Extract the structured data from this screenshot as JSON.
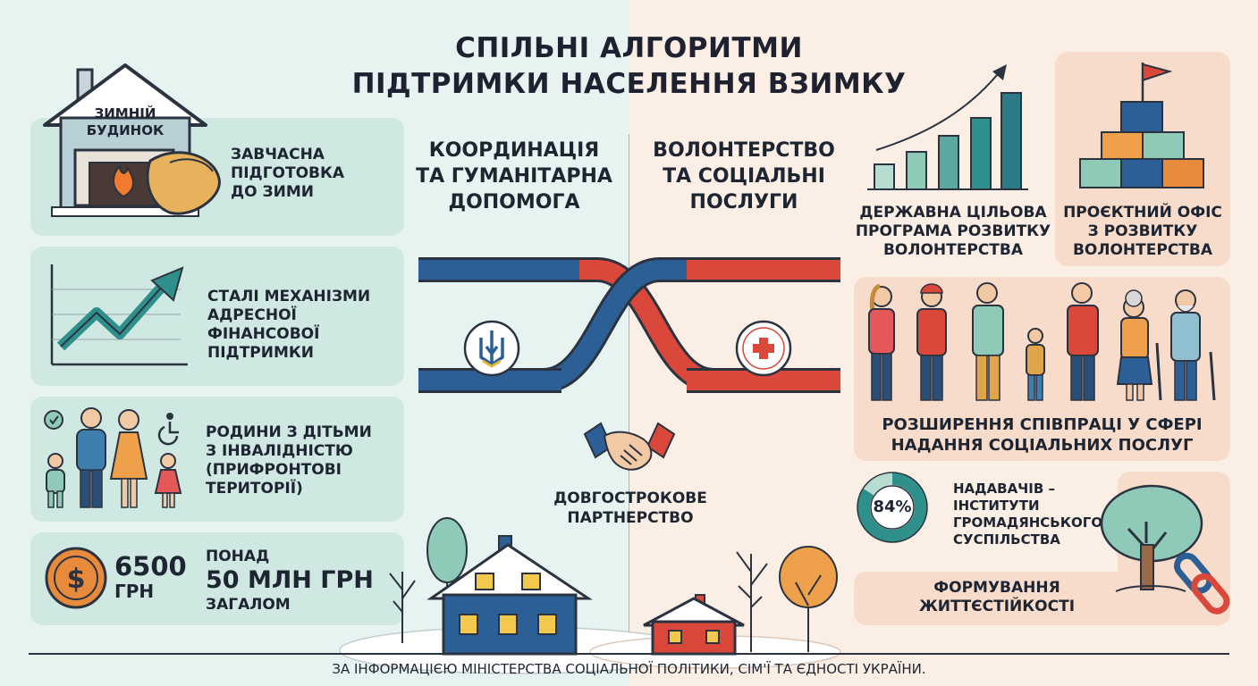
{
  "title": {
    "line1": "СПІЛЬНІ АЛГОРИТМИ",
    "line2": "ПІДТРИМКИ НАСЕЛЕННЯ ВЗИМКУ"
  },
  "left": {
    "heading": {
      "line1": "КООРДИНАЦІЯ",
      "line2": "ТА ГУМАНІТАРНА",
      "line3": "ДОПОМОГА"
    },
    "house_sign": {
      "line1": "ЗИМНІЙ",
      "line2": "БУДИНОК"
    },
    "cards": [
      {
        "lines": [
          "ЗАВЧАСНА",
          "ПІДГОТОВКА",
          "ДО ЗИМИ"
        ],
        "icon": "winter-house-icon"
      },
      {
        "lines": [
          "СТАЛІ МЕХАНІЗМИ",
          "АДРЕСНОЇ",
          "ФІНАНСОВОЇ",
          "ПІДТРИМКИ"
        ],
        "icon": "growth-chart-icon"
      },
      {
        "lines": [
          "РОДИНИ З ДІТЬМИ",
          "З ІНВАЛІДНІСТЮ",
          "(ПРИФРОНТОВІ",
          "ТЕРИТОРІЇ)"
        ],
        "icon": "family-icon"
      }
    ],
    "money": {
      "amount": "6500",
      "currency": "ГРН",
      "over": "ПОНАД",
      "total": "50 МЛН ГРН",
      "suffix": "ЗАГАЛОМ"
    }
  },
  "right": {
    "heading": {
      "line1": "ВОЛОНТЕРСТВО",
      "line2": "ТА СОЦІАЛЬНІ",
      "line3": "ПОСЛУГИ"
    },
    "program": {
      "lines": [
        "ДЕРЖАВНА ЦІЛЬОВА",
        "ПРОГРАМА РОЗВИТКУ",
        "ВОЛОНТЕРСТВА"
      ]
    },
    "office": {
      "lines": [
        "ПРОЄКТНИЙ ОФІС",
        "З РОЗВИТКУ",
        "ВОЛОНТЕРСТВА"
      ]
    },
    "cooperation": {
      "lines": [
        "РОЗШИРЕННЯ СПІВПРАЦІ У СФЕРІ",
        "НАДАННЯ СОЦІАЛЬНИХ ПОСЛУГ"
      ]
    },
    "providers": {
      "percent": "84%",
      "percent_value": 84,
      "lines": [
        "НАДАВАЧІВ –",
        "ІНСТИТУТИ",
        "ГРОМАДЯНСЬКОГО",
        "СУСПІЛЬСТВА"
      ]
    },
    "resilience": {
      "lines": [
        "ФОРМУВАННЯ",
        "ЖИТТЄСТІЙКОСТІ"
      ]
    }
  },
  "partnership": {
    "line1": "ДОВГОСТРОКОВЕ",
    "line2": "ПАРТНЕРСТВО"
  },
  "footer": "ЗА ІНФОРМАЦІЄЮ МІНІСТЕРСТВА СОЦІАЛЬНОЇ ПОЛІТИКИ, СІМ'Ї ТА ЄДНОСТІ УКРАЇНИ.",
  "colors": {
    "blue": "#2c5f96",
    "red": "#d9483a",
    "teal": "#2f8f8a",
    "mint": "#cfe8e2",
    "peach": "#f8dccb",
    "orange": "#e88a3c"
  }
}
